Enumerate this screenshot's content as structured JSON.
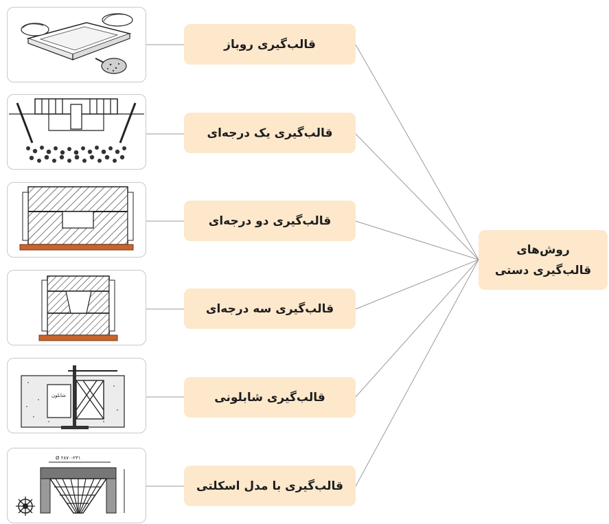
{
  "main": {
    "title_line1": "روش‌های",
    "title_line2": "قالب‌گیری دستی"
  },
  "methods": [
    {
      "label": "قالب‌گیری روباز",
      "icon": "open-mold-illustration"
    },
    {
      "label": "قالب‌گیری یک درجه‌ای",
      "icon": "single-flask-mold-illustration"
    },
    {
      "label": "قالب‌گیری دو درجه‌ای",
      "icon": "two-flask-mold-illustration"
    },
    {
      "label": "قالب‌گیری سه درجه‌ای",
      "icon": "three-flask-mold-illustration"
    },
    {
      "label": "قالب‌گیری شابلونی",
      "icon": "sweep-mold-illustration",
      "annotation": "شابلون"
    },
    {
      "label": "قالب‌گیری با مدل اسکلتی",
      "icon": "skeleton-pattern-mold-illustration",
      "dimension_text": "Ø ۲۸۷۰-۲۳۱"
    }
  ],
  "colors": {
    "label_bg": "#fde8cc",
    "frame_border": "#c8c8c8",
    "connector": "#9a9a9a",
    "base_board": "#c8642c"
  }
}
